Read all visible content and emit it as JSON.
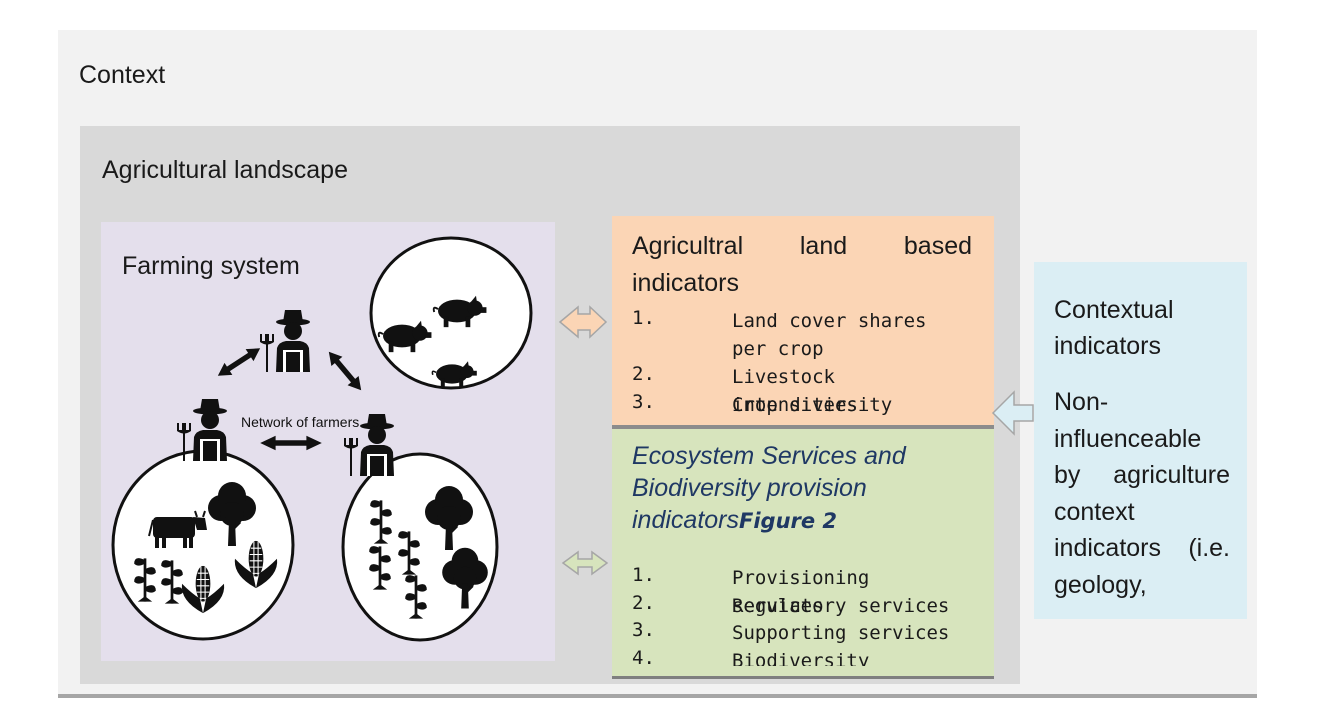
{
  "context": {
    "title": "Context"
  },
  "landscape": {
    "title": "Agricultural landscape"
  },
  "farming_system": {
    "title": "Farming system",
    "network_label": "Network of farmers"
  },
  "agri_indicators": {
    "title": "Agricultral land based indicators",
    "items": [
      {
        "num": "1.",
        "text": "Land cover shares per crop"
      },
      {
        "num": "2.",
        "text": "Livestock intensities"
      },
      {
        "num": "3.",
        "text": "Crop diversity"
      }
    ]
  },
  "eco_indicators": {
    "title": "Ecosystem Services and Biodiversity provision indicators",
    "figure_ref": "Figure 2",
    "items": [
      {
        "num": "1.",
        "text": "Provisioning services"
      },
      {
        "num": "2.",
        "text": "Regulatory services"
      },
      {
        "num": "3.",
        "text": "Supporting services"
      },
      {
        "num": "4.",
        "text": "Biodiversity"
      }
    ]
  },
  "contextual_indicators": {
    "title": "Contextual indicators",
    "description": "Non-influenceable by agriculture context indicators (i.e. geology,"
  },
  "colors": {
    "context_bg": "#f2f2f2",
    "landscape_bg": "#d9d9d9",
    "farming_bg": "#e4dfec",
    "agri_bg": "#fbd5b5",
    "eco_bg": "#d7e4bd",
    "contextual_bg": "#dbeef4",
    "eco_title": "#1f3864"
  },
  "icons": [
    "farmer-icon",
    "pig-icon",
    "cow-icon",
    "tree-icon",
    "corn-icon",
    "plant-icon",
    "double-arrow-icon"
  ]
}
